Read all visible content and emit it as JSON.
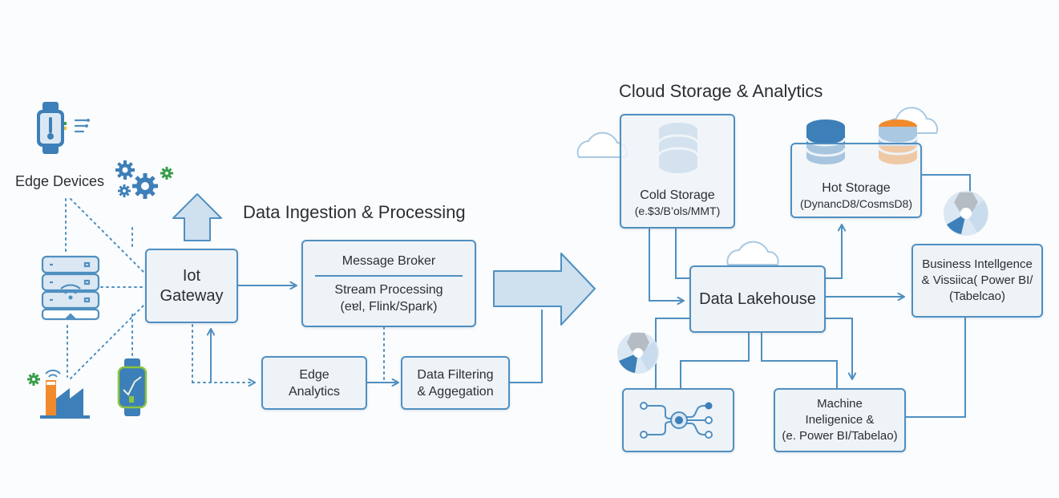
{
  "colors": {
    "line": "#4f8fc0",
    "box_fill": "#eef3f8",
    "accent_blue": "#3d7fb8",
    "light_blue": "#c9dced",
    "orange": "#f08a2c",
    "green": "#3a9d4b",
    "gray": "#b5bcc4",
    "text": "#2b2f33"
  },
  "sections": {
    "edge": "Edge Devices",
    "ingestion": "Data Ingestion & Processing",
    "cloud": "Cloud Storage & Analytics"
  },
  "nodes": {
    "gateway": [
      "Iot",
      "Gateway"
    ],
    "message_broker": "Message Broker",
    "stream_processing": [
      "Stream Processing",
      "(eɐl, Flink/Spark)"
    ],
    "edge_analytics": [
      "Edge",
      "Analytics"
    ],
    "data_filtering": [
      "Data Filtering",
      "& Aggegation"
    ],
    "cold_storage": [
      "Cold Storage",
      "(e.$3/B’ols/MMT)"
    ],
    "hot_storage": [
      "Hot Storage",
      "(DynancD8/CosmsD8)"
    ],
    "data_lakehouse": "Data Lakehouse",
    "business_intelligence": [
      "Business Intellgence",
      "& Vissiica( Power BI/",
      "(Tabelcao)"
    ],
    "machine_intelligence": [
      "Machine",
      "Ineligenice &",
      "(e. Power BI/Tabelao)"
    ]
  },
  "icons": {
    "smartwatch_sensor": "smartwatch-thermometer-icon",
    "gears": "gears-icon",
    "server_wifi": "server-wifi-icon",
    "factory": "factory-icon",
    "smartwatch_chart": "smartwatch-chart-icon",
    "upload_arrow": "up-arrow-icon",
    "big_arrow": "right-arrow-icon",
    "database": "database-icon",
    "cloud": "cloud-icon",
    "pie": "pie-segments-icon",
    "circuit": "circuit-network-icon"
  }
}
